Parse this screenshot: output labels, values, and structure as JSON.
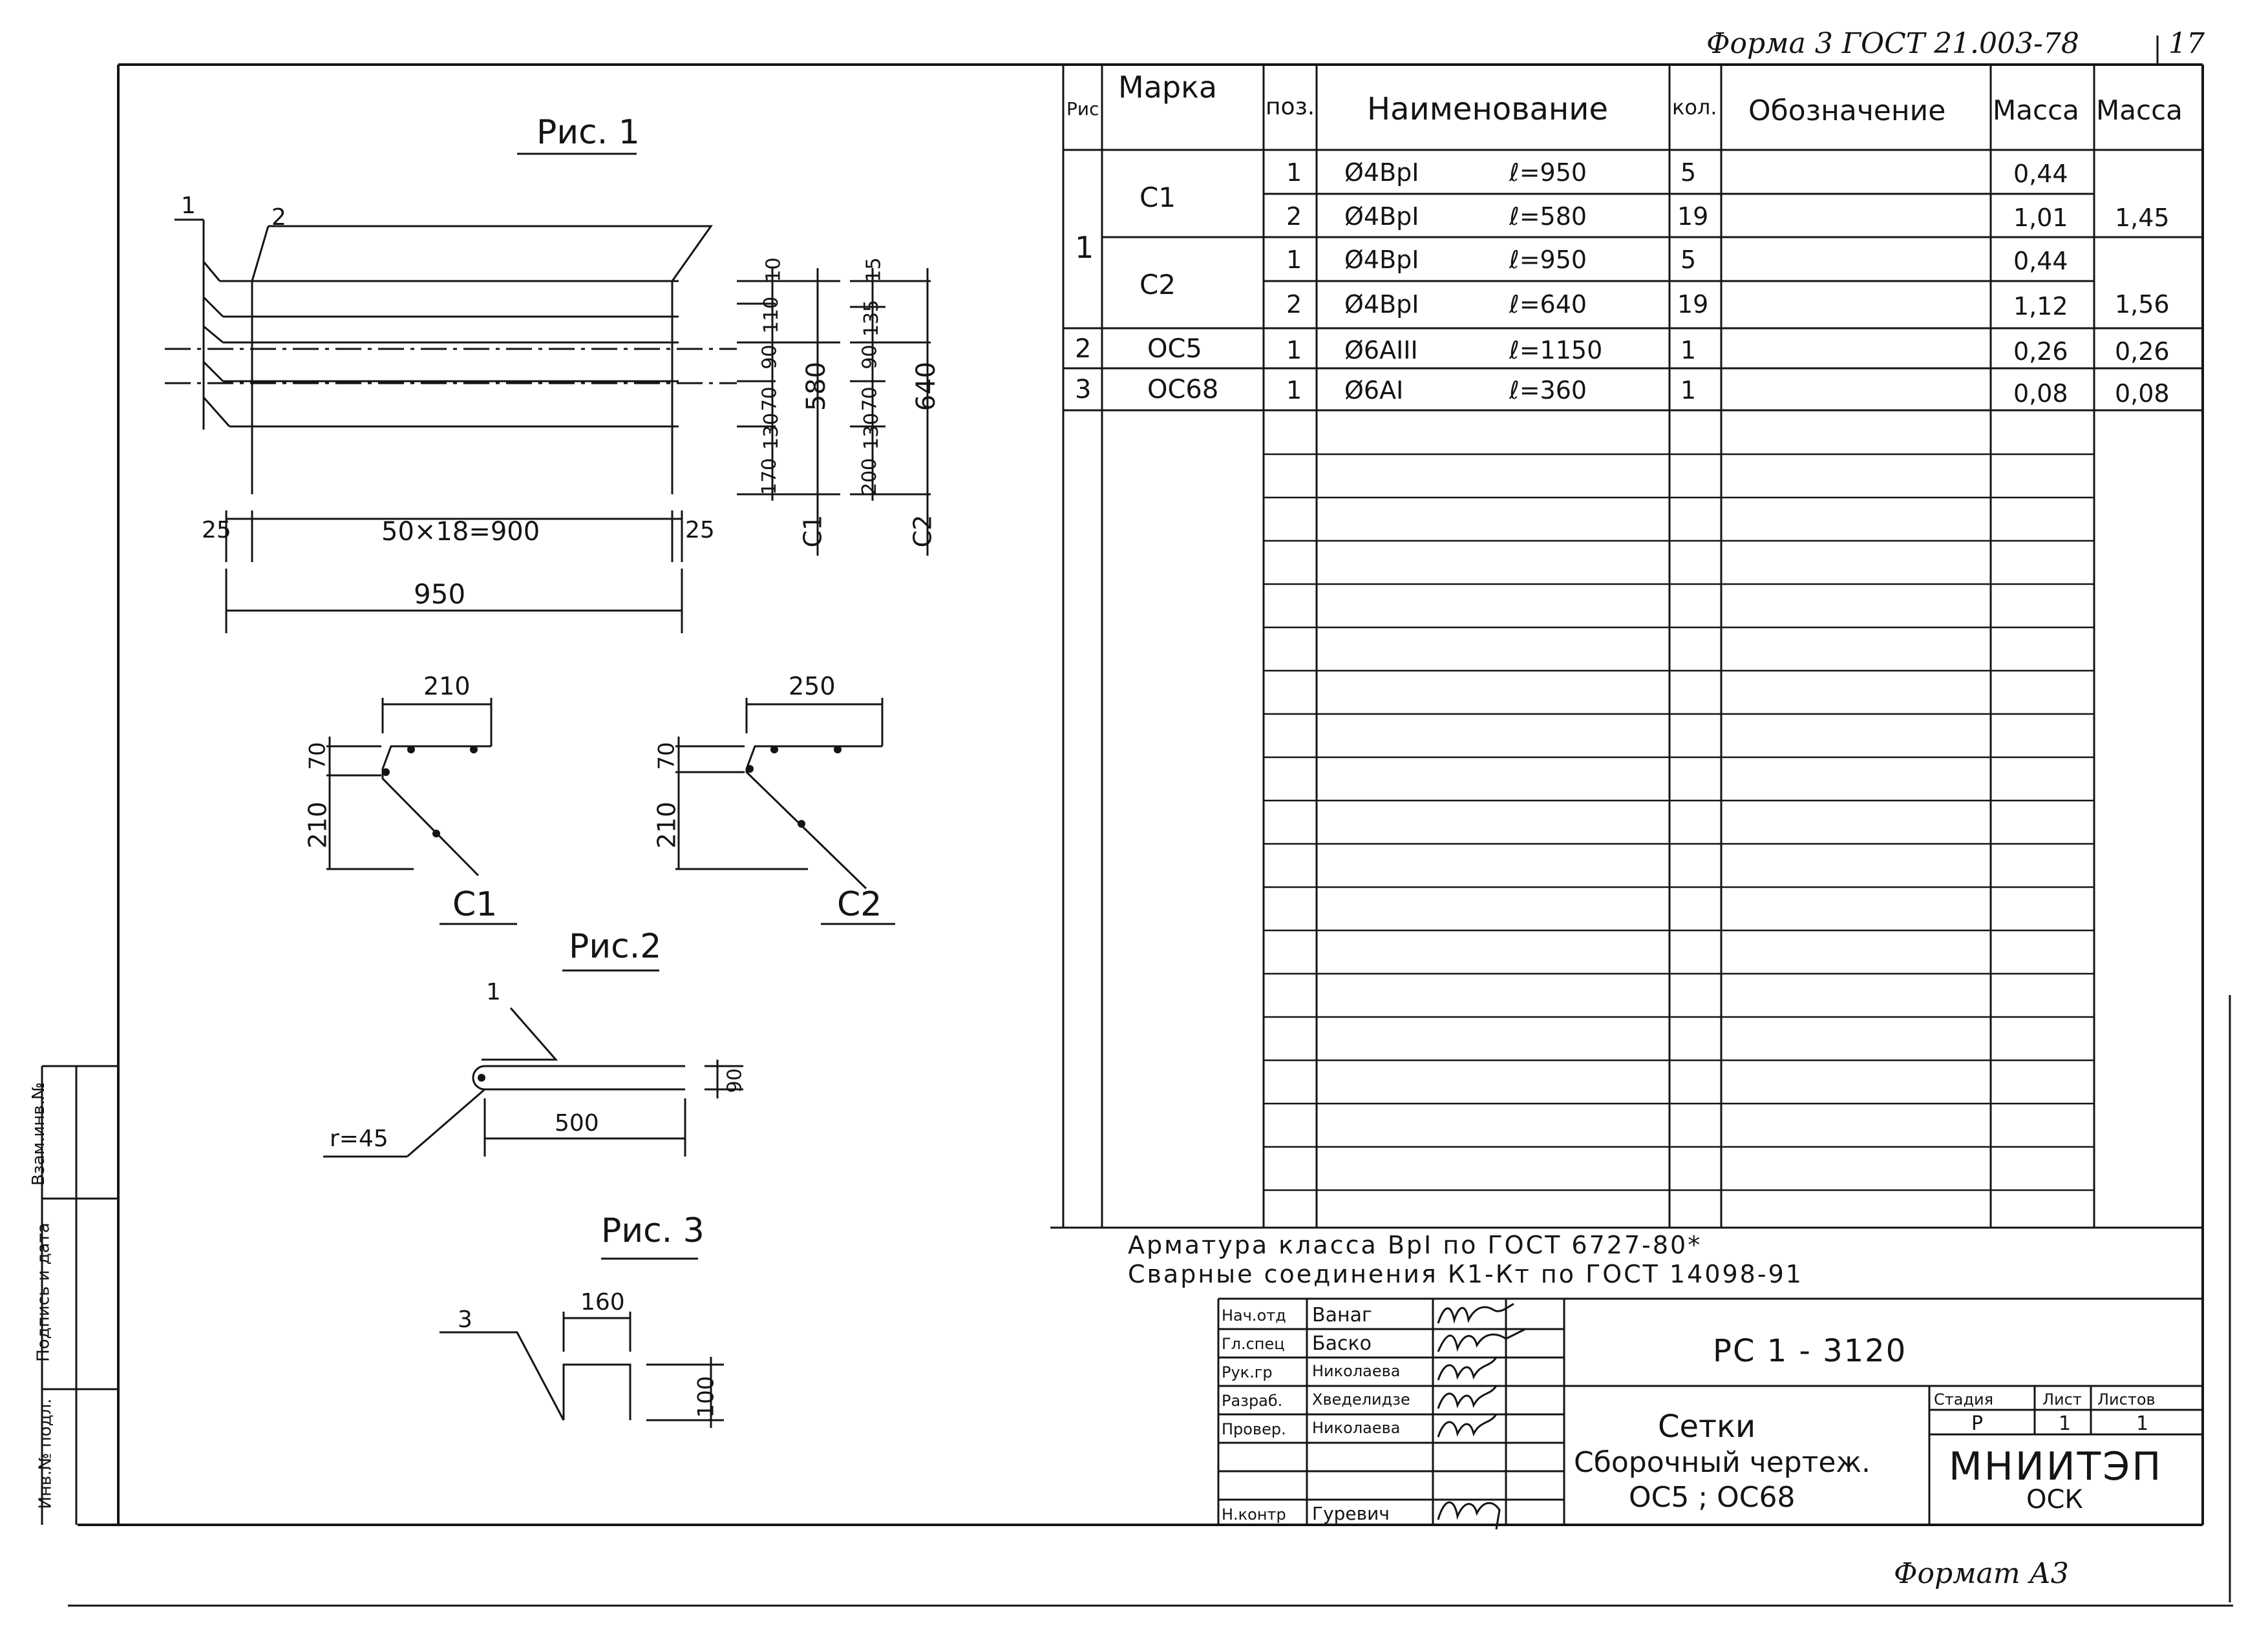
{
  "header": {
    "form": "Форма 3 ГОСТ 21.003-78",
    "sheet_mark": "17"
  },
  "fig1": {
    "title": "Рис. 1",
    "callouts": [
      "1",
      "2"
    ],
    "dim_pitch": "50×18=900",
    "dim_left_end": "25",
    "dim_right_end": "25",
    "dim_total": "950",
    "c1_dims": [
      "10",
      "110",
      "90",
      "70",
      "130",
      "170",
      "580"
    ],
    "c2_dims": [
      "15",
      "135",
      "90",
      "70",
      "130",
      "200",
      "640"
    ],
    "c1_label": "С1",
    "c2_label": "С2",
    "sec_c1": {
      "top": "210",
      "side_top": "70",
      "side": "210",
      "name": "С1"
    },
    "sec_c2": {
      "top": "250",
      "side_top": "70",
      "side": "210",
      "name": "С2"
    }
  },
  "fig2": {
    "title": "Рис.2",
    "callout": "1",
    "radius": "r=45",
    "length": "500",
    "height": "90"
  },
  "fig3": {
    "title": "Рис. 3",
    "callout": "3",
    "width": "160",
    "height": "100"
  },
  "spec": {
    "headers": [
      "Рис.",
      "Марка",
      "поз.",
      "Наименование",
      "кол.",
      "Обозначение",
      "Масса",
      "Масса"
    ],
    "fig_numbers": [
      "1",
      "2",
      "3"
    ],
    "marks": [
      "С1",
      "С2",
      "ОС5",
      "ОС68"
    ],
    "rows": [
      {
        "pos": "1",
        "name": "Ø4BpI",
        "length": "ℓ=950",
        "qty": "5",
        "mass": "0,44"
      },
      {
        "pos": "2",
        "name": "Ø4BpI",
        "length": "ℓ=580",
        "qty": "19",
        "mass": "1,01"
      },
      {
        "pos": "1",
        "name": "Ø4BpI",
        "length": "ℓ=950",
        "qty": "5",
        "mass": "0,44"
      },
      {
        "pos": "2",
        "name": "Ø4BpI",
        "length": "ℓ=640",
        "qty": "19",
        "mass": "1,12"
      },
      {
        "pos": "1",
        "name": "Ø6AIII",
        "length": "ℓ=1150",
        "qty": "1",
        "mass": "0,26"
      },
      {
        "pos": "1",
        "name": "Ø6AI",
        "length": "ℓ=360",
        "qty": "1",
        "mass": "0,08"
      }
    ],
    "mark_masses": [
      "1,45",
      "1,56",
      "0,26",
      "0,08"
    ]
  },
  "notes": [
    "Арматура класса BpI по ГОСТ 6727-80*",
    "Сварные соединения К1-Кт по ГОСТ 14098-91"
  ],
  "title_block": {
    "signers": [
      {
        "role": "Нач.отд",
        "name": "Ванаг"
      },
      {
        "role": "Гл.спец",
        "name": "Баско"
      },
      {
        "role": "Рук.гр",
        "name": "Николаева"
      },
      {
        "role": "Разраб.",
        "name": "Хведелидзе"
      },
      {
        "role": "Провер.",
        "name": "Николаева"
      },
      {
        "role": "Н.контр",
        "name": "Гуревич"
      }
    ],
    "doc_code": "РС 1 - 3120",
    "title_lines": [
      "Сетки",
      "Сборочный чертеж.",
      "ОС5 ; ОС68"
    ],
    "stage_header": "Стадия",
    "sheet_header": "Лист",
    "sheets_header": "Листов",
    "stage": "Р",
    "sheet": "1",
    "sheets": "1",
    "org": "МНИИТЭП",
    "org_sub": "ОСК"
  },
  "side_stamp": [
    "Инв.№ подл.",
    "Подпись и дата",
    "Взам.инв.№"
  ],
  "footer": {
    "format": "Формат А3"
  }
}
